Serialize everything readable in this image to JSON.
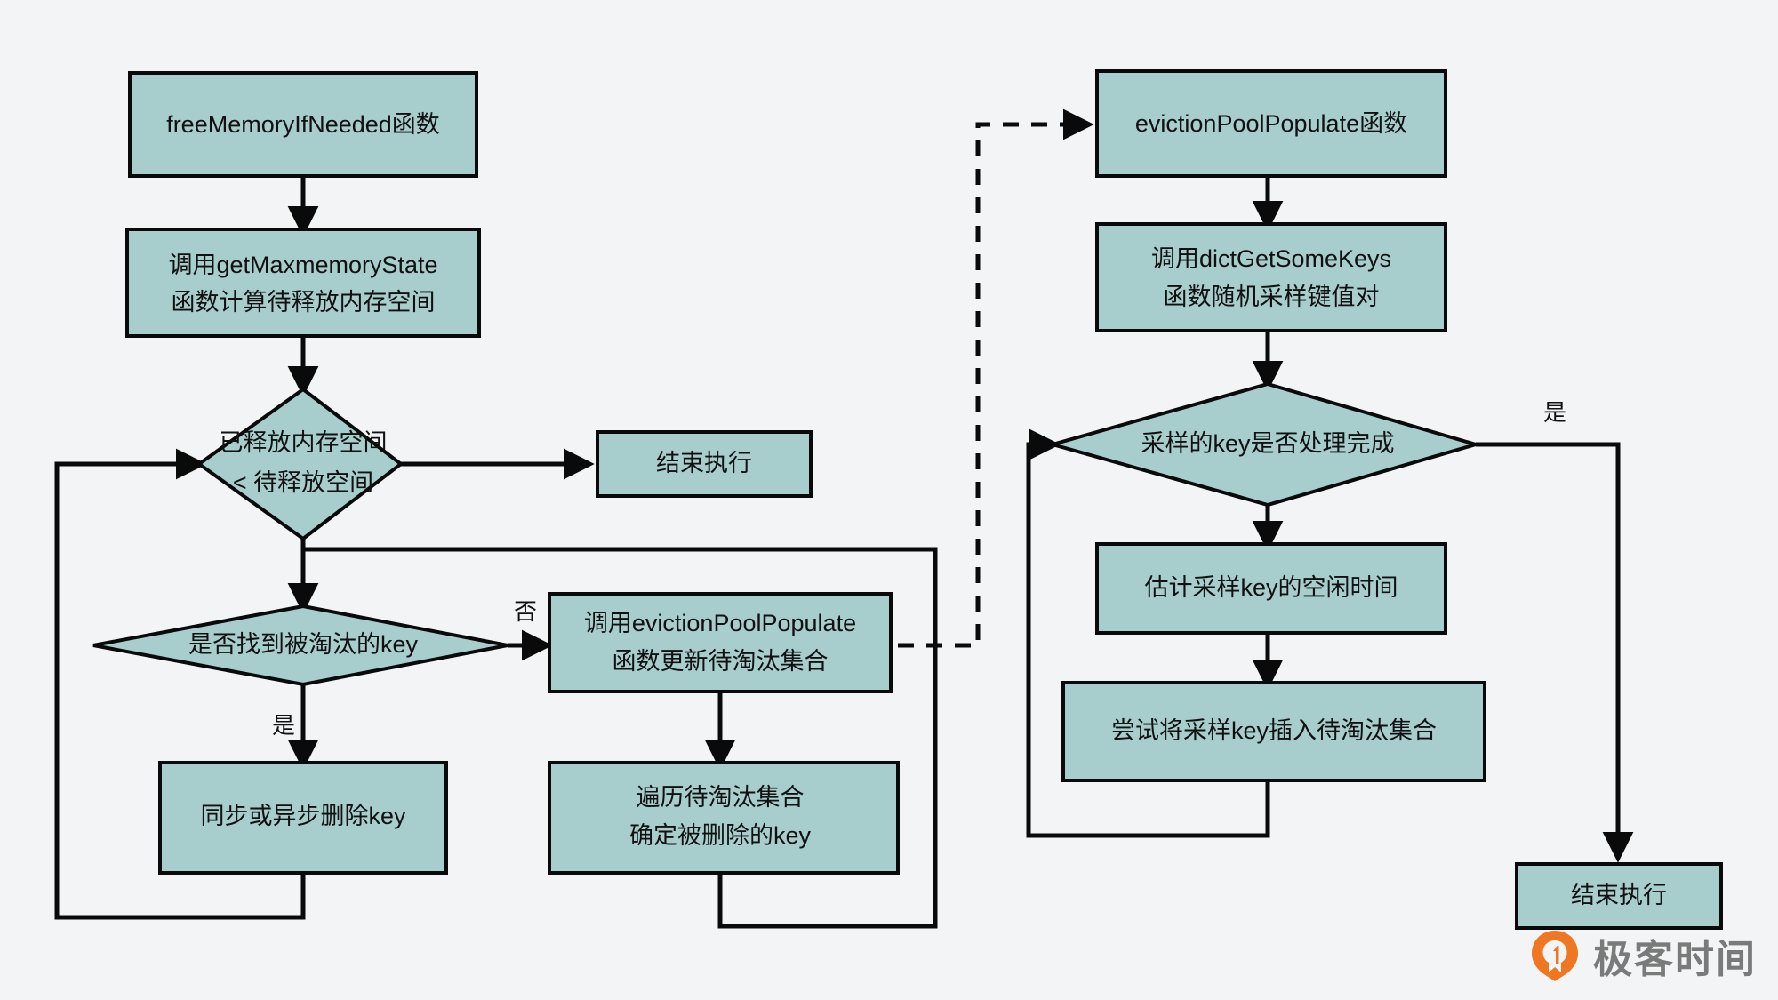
{
  "diagram": {
    "title": "Redis freeMemoryIfNeeded / evictionPoolPopulate flowchart",
    "colors": {
      "node_fill": "#a8cdcd",
      "node_stroke": "#0a0a0a",
      "background": "#f2f4f5",
      "brand_orange": "#ef7723",
      "watermark_gray": "#7a7a7a"
    },
    "left_flow": {
      "n1": {
        "label": "freeMemoryIfNeeded函数",
        "shape": "rect"
      },
      "n2": {
        "line1": "调用getMaxmemoryState",
        "line2": "函数计算待释放内存空间",
        "shape": "rect"
      },
      "n3": {
        "line1": "已释放内存空间",
        "line2": "< 待释放空间",
        "shape": "diamond"
      },
      "n4": {
        "label": "结束执行",
        "shape": "rect"
      },
      "n5": {
        "label": "是否找到被淘汰的key",
        "shape": "diamond"
      },
      "n6": {
        "line1": "调用evictionPoolPopulate",
        "line2": "函数更新待淘汰集合",
        "shape": "rect"
      },
      "n7": {
        "label": "同步或异步删除key",
        "shape": "rect"
      },
      "n8": {
        "line1": "遍历待淘汰集合",
        "line2": "确定被删除的key",
        "shape": "rect"
      },
      "edge_no": "否",
      "edge_yes": "是"
    },
    "right_flow": {
      "m1": {
        "label": "evictionPoolPopulate函数",
        "shape": "rect"
      },
      "m2": {
        "line1": "调用dictGetSomeKeys",
        "line2": "函数随机采样键值对",
        "shape": "rect"
      },
      "m3": {
        "label": "采样的key是否处理完成",
        "shape": "diamond"
      },
      "m4": {
        "label": "估计采样key的空闲时间",
        "shape": "rect"
      },
      "m5": {
        "label": "尝试将采样key插入待淘汰集合",
        "shape": "rect"
      },
      "m6": {
        "label": "结束执行",
        "shape": "rect"
      },
      "edge_yes": "是"
    },
    "watermark": {
      "text": "极客时间",
      "icon": "geekbang-logo-icon"
    }
  }
}
